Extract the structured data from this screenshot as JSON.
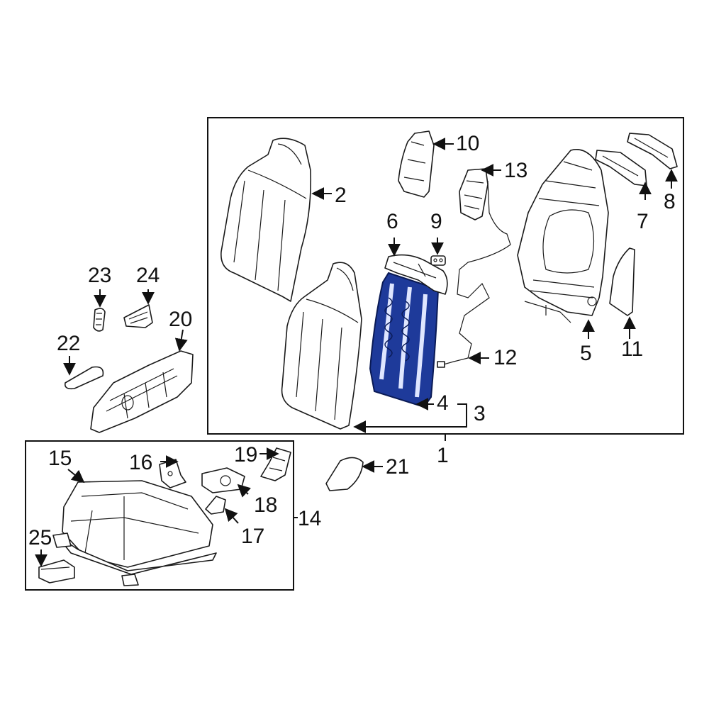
{
  "colors": {
    "highlight": "#1e3a9a",
    "highlight_line": "#0a1a55",
    "line": "#1a1a1a",
    "background": "#ffffff"
  },
  "callouts": {
    "c1": "1",
    "c2": "2",
    "c3": "3",
    "c4": "4",
    "c5": "5",
    "c6": "6",
    "c7": "7",
    "c8": "8",
    "c9": "9",
    "c10": "10",
    "c11": "11",
    "c12": "12",
    "c13": "13",
    "c14": "14",
    "c15": "15",
    "c16": "16",
    "c17": "17",
    "c18": "18",
    "c19": "19",
    "c20": "20",
    "c21": "21",
    "c22": "22",
    "c23": "23",
    "c24": "24",
    "c25": "25"
  }
}
